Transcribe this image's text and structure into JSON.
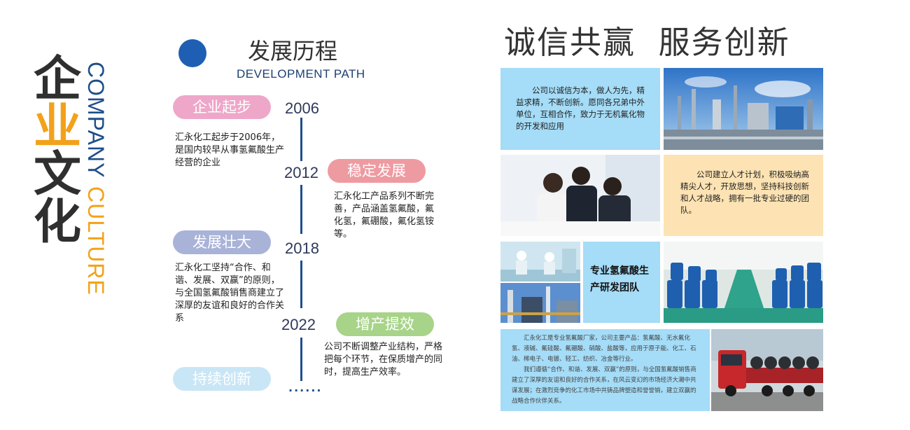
{
  "left_title": {
    "chars": [
      "企",
      "业",
      "文",
      "化"
    ],
    "latin_dark": "COMPANY",
    "latin_accent": "CULTURE"
  },
  "timeline": {
    "title": "发展历程",
    "subtitle": "DEVELOPMENT PATH",
    "ellipsis": "......",
    "stages": [
      {
        "label": "企业起步",
        "year": "2006",
        "text": "汇永化工起步于2006年，是国内较早从事氢氟酸生产经营的企业",
        "color": "#eea7c9"
      },
      {
        "label": "稳定发展",
        "year": "2012",
        "text": "汇永化工产品系列不断完善，产品涵盖氢氟酸，氟化氢，氟硼酸，氟化氢铵等。",
        "color": "#ee9aa1"
      },
      {
        "label": "发展壮大",
        "year": "2018",
        "text": "汇永化工坚持“合作、和谐、发展、双赢”的原则，与全国氢氟酸销售商建立了深厚的友谊和良好的合作关系",
        "color": "#a9b3d8"
      },
      {
        "label": "增产提效",
        "year": "2022",
        "text": "公司不断调整产业结构，严格把每个环节，在保质增产的同时，提高生产效率。",
        "color": "#a7d488"
      },
      {
        "label": "持续创新",
        "year": "",
        "text": "",
        "color": "#c9e6f6"
      }
    ]
  },
  "culture": {
    "slogan": "诚信共赢  服务创新",
    "text1": "公司以诚信为本，做人为先，精益求精，不断创新。愿同各兄弟中外单位，互相合作，致力于无机氟化物的开发和应用",
    "text2": "公司建立人才计划，积极吸纳高精尖人才，开放思想，坚持科技创新和人才战略，拥有一批专业过硬的团队。",
    "team_label": "专业氢氟酸生产研发团队",
    "bottom_para1": "汇永化工是专业氢氟酸厂家，公司主要产品：氢氟酸、无水氟化氢、液碱、氟硅酸、氟硼酸、硝酸、盐酸等，应用于原子能、化工、石油、稀电子、电镀、轻工、纺织、冶金等行业。",
    "bottom_para2": "我们遵循“合作、和谐、发展、双赢”的原则，与全国氢氟酸销售商建立了深厚的友谊和良好的合作关系，在风云变幻的市场经济大潮中共谋发展；在激烈竞争的化工市场中共铸品牌塑造和誉誉销，建立双赢的战略合作伙伴关系。"
  },
  "colors": {
    "accent": "#f2a21a",
    "blue_dot": "#1e5fb3",
    "light_blue": "#a5dcf7",
    "light_orange": "#fde3b3",
    "timeline_line": "#1f4f8f"
  },
  "images": [
    "refinery-photo",
    "business-team-photo",
    "lab-photo",
    "plant-pipes-photo",
    "warehouse-drums-photo",
    "truck-photo"
  ]
}
